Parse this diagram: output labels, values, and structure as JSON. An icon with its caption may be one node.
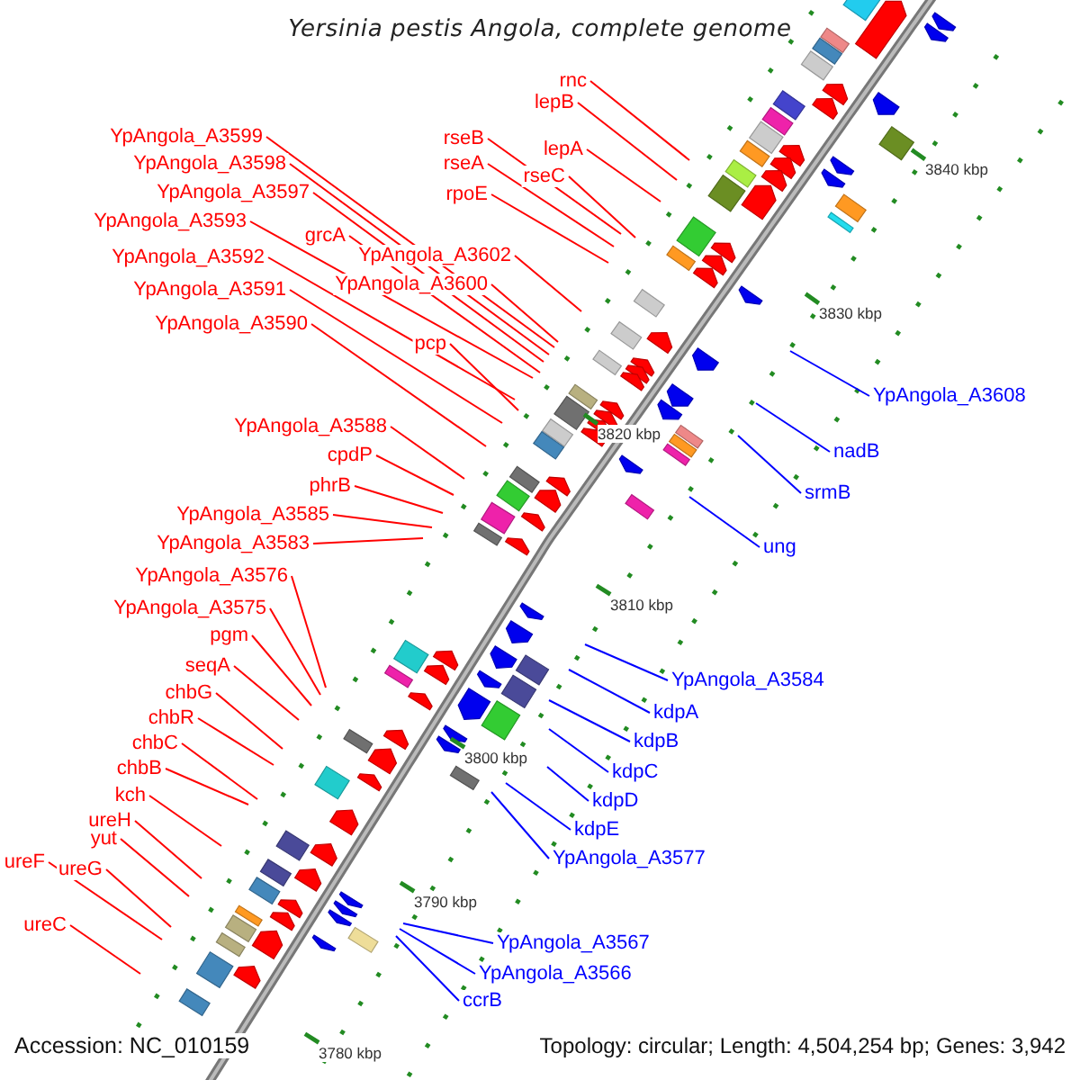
{
  "diagram": {
    "title": "Yersinia pestis Angola, complete genome",
    "nodes": [
      {
        "text": [
          "rnc"
        ]
      },
      {
        "text": [
          "lepB"
        ]
      },
      {
        "text": [
          "rseB"
        ]
      },
      {
        "text": [
          "lepA"
        ]
      },
      {
        "text": [
          "rseA"
        ]
      },
      {
        "text": [
          "rseC"
        ]
      },
      {
        "text": [
          "rpoE"
        ]
      },
      {
        "text": [
          "YpAngola_A3599"
        ]
      },
      {
        "text": [
          "YpAngola_A3598"
        ]
      },
      {
        "text": [
          "YpAngola_A3597"
        ]
      },
      {
        "text": [
          "YpAngola_A3593"
        ]
      },
      {
        "text": [
          "grcA"
        ]
      },
      {
        "text": [
          "YpAngola_A3602"
        ]
      },
      {
        "text": [
          "YpAngola_A3600"
        ]
      },
      {
        "text": [
          "YpAngola_A3592"
        ]
      },
      {
        "text": [
          "YpAngola_A3591"
        ]
      },
      {
        "text": [
          "YpAngola_A3590"
        ]
      },
      {
        "text": [
          "pcp"
        ]
      },
      {
        "text": [
          "YpAngola_A3588"
        ]
      },
      {
        "text": [
          "cpdP"
        ]
      },
      {
        "text": [
          "phrB"
        ]
      },
      {
        "text": [
          "YpAngola_A3585"
        ]
      },
      {
        "text": [
          "YpAngola_A3583"
        ]
      },
      {
        "text": [
          "YpAngola_A3576"
        ]
      },
      {
        "text": [
          "YpAngola_A3575"
        ]
      },
      {
        "text": [
          "pgm"
        ]
      },
      {
        "text": [
          "seqA"
        ]
      },
      {
        "text": [
          "chbG"
        ]
      },
      {
        "text": [
          "chbR"
        ]
      },
      {
        "text": [
          "chbC"
        ]
      },
      {
        "text": [
          "chbB"
        ]
      },
      {
        "text": [
          "kch"
        ]
      },
      {
        "text": [
          "ureH"
        ]
      },
      {
        "text": [
          "yut"
        ]
      },
      {
        "text": [
          "ureF"
        ]
      },
      {
        "text": [
          "ureG"
        ]
      },
      {
        "text": [
          "ureC"
        ]
      },
      {
        "text": [
          "YpAngola_A3608"
        ]
      },
      {
        "text": [
          "nadB"
        ]
      },
      {
        "text": [
          "srmB"
        ]
      },
      {
        "text": [
          "ung"
        ]
      },
      {
        "text": [
          "YpAngola_A3584"
        ]
      },
      {
        "text": [
          "kdpA"
        ]
      },
      {
        "text": [
          "kdpB"
        ]
      },
      {
        "text": [
          "kdpC"
        ]
      },
      {
        "text": [
          "kdpD"
        ]
      },
      {
        "text": [
          "kdpE"
        ]
      },
      {
        "text": [
          "YpAngola_A3577"
        ]
      },
      {
        "text": [
          "YpAngola_A3567"
        ]
      },
      {
        "text": [
          "YpAngola_A3566"
        ]
      },
      {
        "text": [
          "ccrB"
        ]
      }
    ],
    "edges": [
      {
        "from": 0,
        "to": null,
        "arrow": "none"
      },
      {
        "from": 1,
        "to": null,
        "arrow": "none"
      },
      {
        "from": 2,
        "to": null,
        "arrow": "none"
      },
      {
        "from": 3,
        "to": null,
        "arrow": "none"
      },
      {
        "from": 4,
        "to": null,
        "arrow": "none"
      },
      {
        "from": 5,
        "to": null,
        "arrow": "none"
      },
      {
        "from": 6,
        "to": null,
        "arrow": "none"
      },
      {
        "from": 7,
        "to": null,
        "arrow": "none"
      },
      {
        "from": 8,
        "to": null,
        "arrow": "none"
      },
      {
        "from": 9,
        "to": null,
        "arrow": "none"
      },
      {
        "from": 10,
        "to": null,
        "arrow": "none"
      },
      {
        "from": 11,
        "to": null,
        "arrow": "none"
      },
      {
        "from": 12,
        "to": null,
        "arrow": "none"
      },
      {
        "from": 13,
        "to": null,
        "arrow": "none"
      },
      {
        "from": 14,
        "to": null,
        "arrow": "none"
      },
      {
        "from": 15,
        "to": null,
        "arrow": "none"
      },
      {
        "from": 16,
        "to": null,
        "arrow": "none"
      },
      {
        "from": 17,
        "to": null,
        "arrow": "none"
      },
      {
        "from": 18,
        "to": null,
        "arrow": "none"
      },
      {
        "from": 19,
        "to": null,
        "arrow": "none"
      },
      {
        "from": 20,
        "to": null,
        "arrow": "none"
      },
      {
        "from": 21,
        "to": null,
        "arrow": "none"
      },
      {
        "from": 22,
        "to": null,
        "arrow": "none"
      },
      {
        "from": 23,
        "to": null,
        "arrow": "none"
      },
      {
        "from": 24,
        "to": null,
        "arrow": "none"
      },
      {
        "from": 25,
        "to": null,
        "arrow": "none"
      },
      {
        "from": 26,
        "to": null,
        "arrow": "none"
      },
      {
        "from": 27,
        "to": null,
        "arrow": "none"
      },
      {
        "from": 28,
        "to": null,
        "arrow": "none"
      },
      {
        "from": 29,
        "to": null,
        "arrow": "none"
      },
      {
        "from": 30,
        "to": null,
        "arrow": "none"
      },
      {
        "from": 31,
        "to": null,
        "arrow": "none"
      },
      {
        "from": 32,
        "to": null,
        "arrow": "none"
      },
      {
        "from": 33,
        "to": null,
        "arrow": "none"
      },
      {
        "from": 34,
        "to": null,
        "arrow": "none"
      },
      {
        "from": 35,
        "to": null,
        "arrow": "none"
      },
      {
        "from": 36,
        "to": null,
        "arrow": "none"
      },
      {
        "from": 37,
        "to": null,
        "arrow": "none",
        "color": "#0000ff"
      },
      {
        "from": 38,
        "to": null,
        "arrow": "none",
        "color": "#0000ff"
      },
      {
        "from": 39,
        "to": null,
        "arrow": "none",
        "color": "#0000ff"
      },
      {
        "from": 40,
        "to": null,
        "arrow": "none",
        "color": "#0000ff"
      },
      {
        "from": 41,
        "to": null,
        "arrow": "none",
        "color": "#0000ff"
      },
      {
        "from": 42,
        "to": null,
        "arrow": "none",
        "color": "#0000ff"
      },
      {
        "from": 43,
        "to": null,
        "arrow": "none",
        "color": "#0000ff"
      },
      {
        "from": 44,
        "to": null,
        "arrow": "none",
        "color": "#0000ff"
      },
      {
        "from": 45,
        "to": null,
        "arrow": "none",
        "color": "#0000ff"
      },
      {
        "from": 46,
        "to": null,
        "arrow": "none",
        "color": "#0000ff"
      },
      {
        "from": 47,
        "to": null,
        "arrow": "none",
        "color": "#0000ff"
      },
      {
        "from": 48,
        "to": null,
        "arrow": "none",
        "color": "#0000ff"
      },
      {
        "from": 49,
        "to": null,
        "arrow": "none",
        "color": "#0000ff"
      },
      {
        "from": 50,
        "to": null,
        "arrow": "none",
        "color": "#0000ff"
      }
    ],
    "labels": [
      "3840 kbp",
      "3830 kbp",
      "3820 kbp",
      "3810 kbp",
      "3800 kbp",
      "3790 kbp",
      "3780 kbp",
      "Accession: NC_010159",
      "Topology: circular; Length: 4,504,254 bp; Genes: 3,942"
    ]
  }
}
